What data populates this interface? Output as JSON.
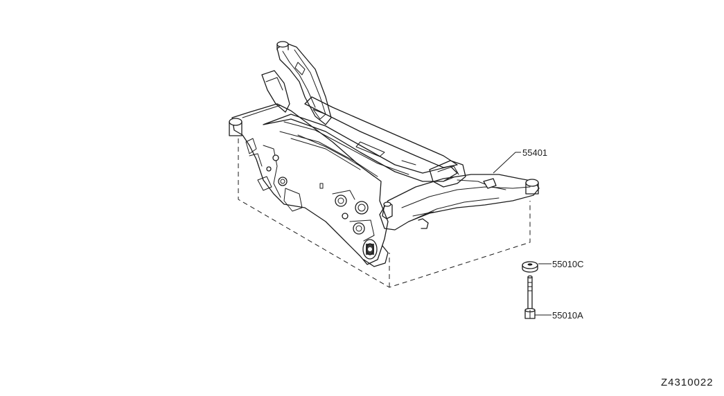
{
  "parts": [
    {
      "id": "subframe",
      "number": "55401"
    },
    {
      "id": "washer",
      "number": "55010C"
    },
    {
      "id": "bolt",
      "number": "55010A"
    }
  ],
  "reference_code": "Z4310022"
}
